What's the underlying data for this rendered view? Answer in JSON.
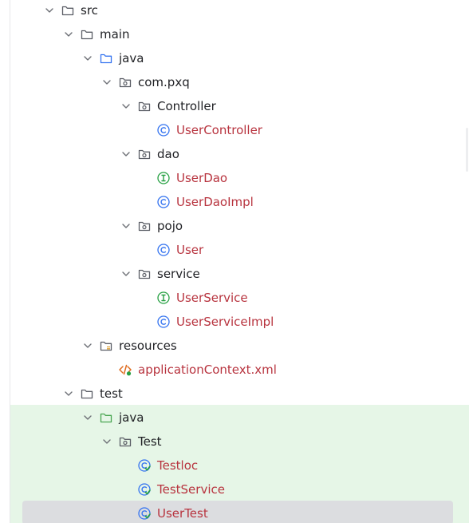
{
  "tree": [
    {
      "label": "src",
      "level": 0,
      "expanded": true,
      "icon": "folder-icon",
      "color": "dark"
    },
    {
      "label": "main",
      "level": 1,
      "expanded": true,
      "icon": "folder-icon",
      "color": "dark"
    },
    {
      "label": "java",
      "level": 2,
      "expanded": true,
      "icon": "source-folder-icon",
      "color": "dark"
    },
    {
      "label": "com.pxq",
      "level": 3,
      "expanded": true,
      "icon": "package-icon",
      "color": "dark"
    },
    {
      "label": "Controller",
      "level": 4,
      "expanded": true,
      "icon": "package-icon",
      "color": "dark"
    },
    {
      "label": "UserController",
      "level": 5,
      "icon": "class-icon",
      "color": "red"
    },
    {
      "label": "dao",
      "level": 4,
      "expanded": true,
      "icon": "package-icon",
      "color": "dark"
    },
    {
      "label": "UserDao",
      "level": 5,
      "icon": "interface-icon",
      "color": "red"
    },
    {
      "label": "UserDaoImpl",
      "level": 5,
      "icon": "class-icon",
      "color": "red"
    },
    {
      "label": "pojo",
      "level": 4,
      "expanded": true,
      "icon": "package-icon",
      "color": "dark"
    },
    {
      "label": "User",
      "level": 5,
      "icon": "class-icon",
      "color": "red"
    },
    {
      "label": "service",
      "level": 4,
      "expanded": true,
      "icon": "package-icon",
      "color": "dark"
    },
    {
      "label": "UserService",
      "level": 5,
      "icon": "interface-icon",
      "color": "red"
    },
    {
      "label": "UserServiceImpl",
      "level": 5,
      "icon": "class-icon",
      "color": "red"
    },
    {
      "label": "resources",
      "level": 2,
      "expanded": true,
      "icon": "resources-folder-icon",
      "color": "dark"
    },
    {
      "label": "applicationContext.xml",
      "level": 3,
      "icon": "xml-file-icon",
      "color": "red"
    },
    {
      "label": "test",
      "level": 1,
      "expanded": true,
      "icon": "folder-icon",
      "color": "dark"
    },
    {
      "label": "java",
      "level": 2,
      "expanded": true,
      "icon": "test-folder-icon",
      "color": "dark"
    },
    {
      "label": "Test",
      "level": 3,
      "expanded": true,
      "icon": "package-icon",
      "color": "dark"
    },
    {
      "label": "Testloc",
      "level": 4,
      "icon": "test-class-icon",
      "color": "red"
    },
    {
      "label": "TestService",
      "level": 4,
      "icon": "test-class-icon",
      "color": "red"
    },
    {
      "label": "UserTest",
      "level": 4,
      "icon": "test-class-icon",
      "color": "red",
      "selected": true
    }
  ],
  "colors": {
    "label_dark": "#1f2024",
    "label_red": "#b8343f",
    "test_highlight": "#e6f6e7",
    "selected_row": "#dcdde0",
    "class_icon": "#3574f0",
    "interface_icon": "#27a043",
    "xml_icon": "#e06c1f",
    "folder_stroke": "#5b5e66",
    "source_folder_stroke": "#3574f0",
    "test_folder_stroke": "#4aa652"
  }
}
